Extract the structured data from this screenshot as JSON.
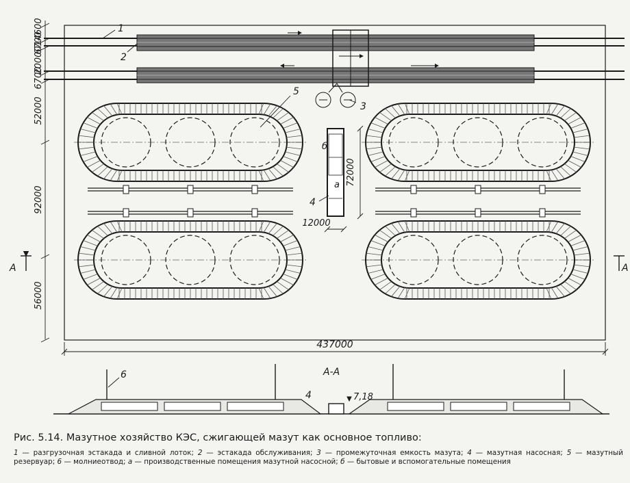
{
  "figure": {
    "title": "Рис. 5.14. Мазутное хозяйство КЭС, сжигающей мазут как основное топливо:",
    "legend": [
      {
        "num": "1",
        "text": "разгрузочная эстакада и сливной лоток;"
      },
      {
        "num": "2",
        "text": "эстакада обслуживания;"
      },
      {
        "num": "3",
        "text": "промежуточная емкость мазута;"
      },
      {
        "num": "4",
        "text": "мазутная насосная;"
      },
      {
        "num": "5",
        "text": "мазутный резервуар;"
      },
      {
        "num": "6",
        "text": "молниеотвод;"
      },
      {
        "num": "а",
        "text": "производственные помещения мазутной насосной;"
      },
      {
        "num": "б",
        "text": "бытовые и вспомогательные помещения"
      }
    ]
  },
  "plan": {
    "dims_left": [
      "14600",
      "6700",
      "20000",
      "6700",
      "52000",
      "92000",
      "56000"
    ],
    "dim_bottom": "437000",
    "dim_pump_height": "72000",
    "dim_pump_width": "12000",
    "callouts": {
      "c1": "1",
      "c2": "2",
      "c3": "3",
      "c4": "4",
      "c5": "5",
      "ca": "а",
      "cb": "б"
    },
    "section_marker": "А"
  },
  "section": {
    "title": "А-А",
    "callout_6": "6",
    "callout_4": "4",
    "elevation": "7,18"
  },
  "colors": {
    "ink": "#1a1a1a",
    "paper": "#f4f4f1",
    "hatch": "#555555"
  }
}
